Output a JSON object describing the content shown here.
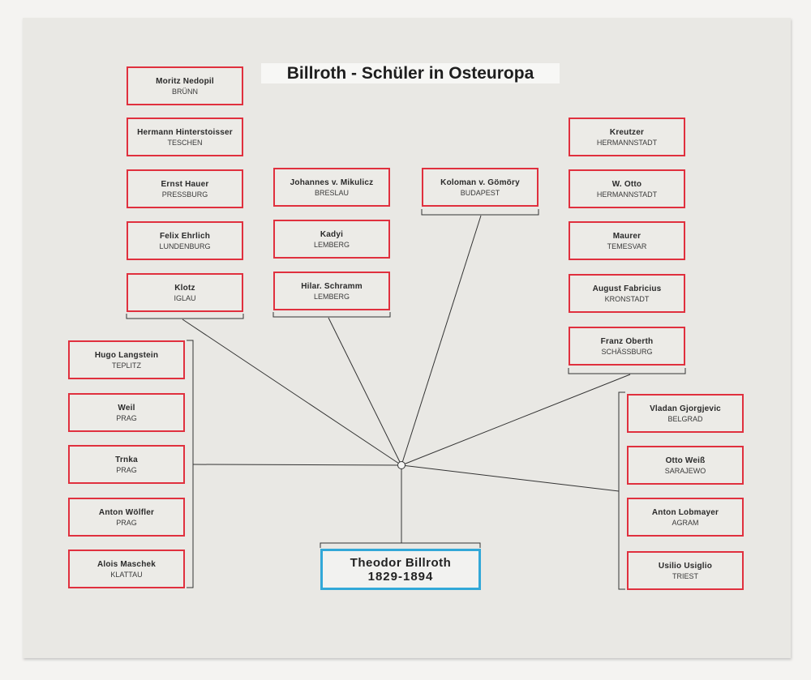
{
  "title": "Billroth - Schüler in Osteuropa",
  "center": {
    "name": "Theodor Billroth",
    "dates": "1829-1894"
  },
  "groups": {
    "north_west": [
      {
        "name": "Moritz Nedopil",
        "city": "BRÜNN"
      },
      {
        "name": "Hermann Hinterstoisser",
        "city": "TESCHEN"
      },
      {
        "name": "Ernst Hauer",
        "city": "PRESSBURG"
      },
      {
        "name": "Felix Ehrlich",
        "city": "LUNDENBURG"
      },
      {
        "name": "Klotz",
        "city": "IGLAU"
      }
    ],
    "north": [
      {
        "name": "Johannes v. Mikulicz",
        "city": "BRESLAU"
      },
      {
        "name": "Kadyi",
        "city": "LEMBERG"
      },
      {
        "name": "Hilar. Schramm",
        "city": "LEMBERG"
      }
    ],
    "north_east": [
      {
        "name": "Koloman v. Gömöry",
        "city": "BUDAPEST"
      }
    ],
    "east": [
      {
        "name": "Kreutzer",
        "city": "HERMANNSTADT"
      },
      {
        "name": "W. Otto",
        "city": "HERMANNSTADT"
      },
      {
        "name": "Maurer",
        "city": "TEMESVAR"
      },
      {
        "name": "August Fabricius",
        "city": "KRONSTADT"
      },
      {
        "name": "Franz Oberth",
        "city": "SCHÄSSBURG"
      }
    ],
    "west": [
      {
        "name": "Hugo Langstein",
        "city": "TEPLITZ"
      },
      {
        "name": "Weil",
        "city": "PRAG"
      },
      {
        "name": "Trnka",
        "city": "PRAG"
      },
      {
        "name": "Anton Wölfler",
        "city": "PRAG"
      },
      {
        "name": "Alois Maschek",
        "city": "KLATTAU"
      }
    ],
    "south_east": [
      {
        "name": "Vladan Gjorgjevic",
        "city": "BELGRAD"
      },
      {
        "name": "Otto Weiß",
        "city": "SARAJEWO"
      },
      {
        "name": "Anton Lobmayer",
        "city": "AGRAM"
      },
      {
        "name": "Usilio Usiglio",
        "city": "TRIEST"
      }
    ]
  },
  "colors": {
    "student_border": "#e0303e",
    "master_border": "#32a8d8"
  }
}
